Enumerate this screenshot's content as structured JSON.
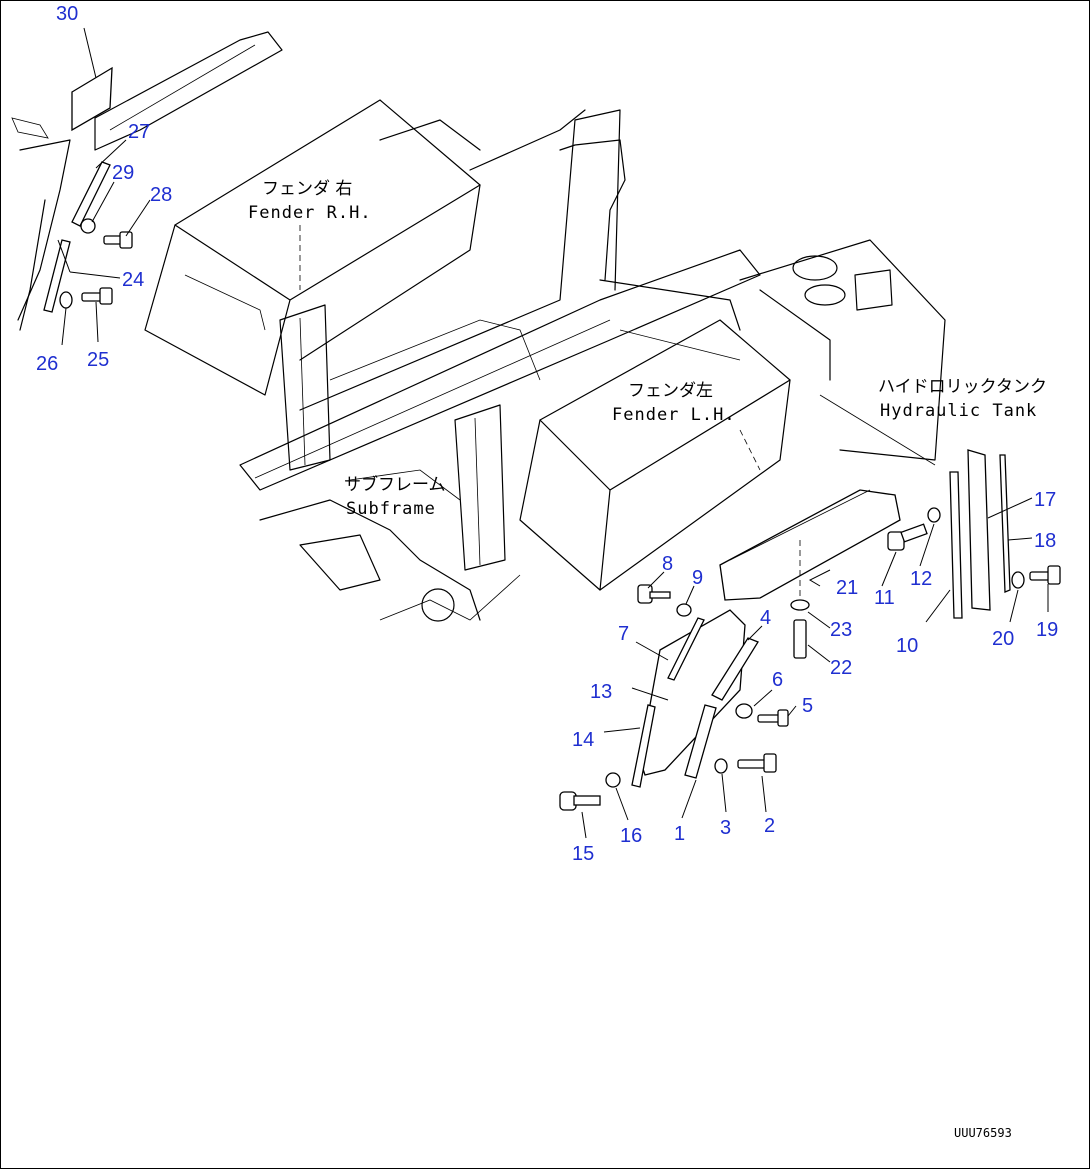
{
  "labels": {
    "fender_rh_jp": "フェンダ 右",
    "fender_rh_en": "Fender R.H.",
    "fender_lh_jp": "フェンダ左",
    "fender_lh_en": "Fender L.H.",
    "hydraulic_tank_jp": "ハイドロリックタンク",
    "hydraulic_tank_en": "Hydraulic Tank",
    "subframe_jp": "サブフレーム",
    "subframe_en": "Subframe"
  },
  "drawing_code": "UUU76593",
  "callouts": [
    "30",
    "27",
    "29",
    "28",
    "24",
    "26",
    "25",
    "8",
    "9",
    "7",
    "13",
    "14",
    "15",
    "16",
    "1",
    "3",
    "2",
    "6",
    "5",
    "4",
    "21",
    "23",
    "22",
    "11",
    "12",
    "10",
    "17",
    "18",
    "20",
    "19"
  ],
  "colors": {
    "callout": "#1f2fd0",
    "line": "#000000",
    "background": "#ffffff"
  }
}
